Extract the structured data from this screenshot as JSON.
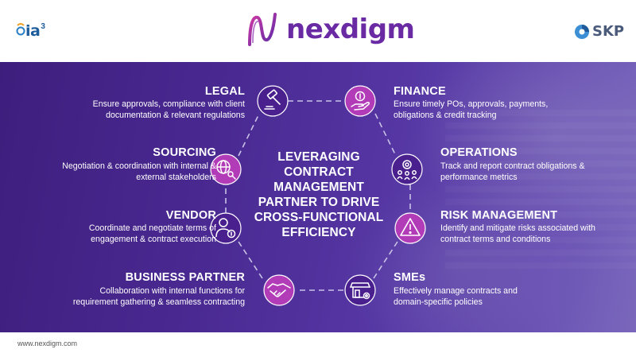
{
  "brand": {
    "name": "nexdigm",
    "accent": "#6a2aa3"
  },
  "partner_logos": {
    "left_name": "ia",
    "left_sup": "3",
    "right_name": "SKP"
  },
  "center": {
    "lines": [
      "LEVERAGING",
      "CONTRACT",
      "MANAGEMENT",
      "PARTNER TO DRIVE",
      "CROSS-FUNCTIONAL",
      "EFFICIENCY"
    ]
  },
  "nodes": {
    "legal": {
      "title": "LEGAL",
      "line1": "Ensure approvals, compliance with client",
      "line2": "documentation & relevant regulations",
      "icon": "gavel-icon"
    },
    "sourcing": {
      "title": "SOURCING",
      "line1": "Negotiation & coordination with internal &",
      "line2": "external stakeholders",
      "icon": "globe-search-icon"
    },
    "vendor": {
      "title": "VENDOR",
      "line1": "Coordinate and negotiate terms of",
      "line2": "engagement & contract execution",
      "icon": "person-money-icon"
    },
    "business_partner": {
      "title": "BUSINESS PARTNER",
      "line1": "Collaboration with internal functions for",
      "line2": "requirement gathering & seamless contracting",
      "icon": "handshake-icon"
    },
    "finance": {
      "title": "FINANCE",
      "line1": "Ensure timely POs, approvals, payments,",
      "line2": "obligations & credit tracking",
      "icon": "hand-coin-icon"
    },
    "operations": {
      "title": "OPERATIONS",
      "line1": "Track and report contract obligations &",
      "line2": "performance metrics",
      "icon": "team-gear-icon"
    },
    "risk_management": {
      "title": "RISK MANAGEMENT",
      "line1": "Identify and mitigate risks associated with",
      "line2": "contract terms and conditions",
      "icon": "warning-icon"
    },
    "smes": {
      "title": "SMEs",
      "line1": "Effectively manage contracts and",
      "line2": "domain-specific policies",
      "icon": "shop-gear-icon"
    }
  },
  "footer": {
    "url": "www.nexdigm.com"
  },
  "colors": {
    "panel": "#4a2a92",
    "icon_circle": "#b23bb8"
  }
}
